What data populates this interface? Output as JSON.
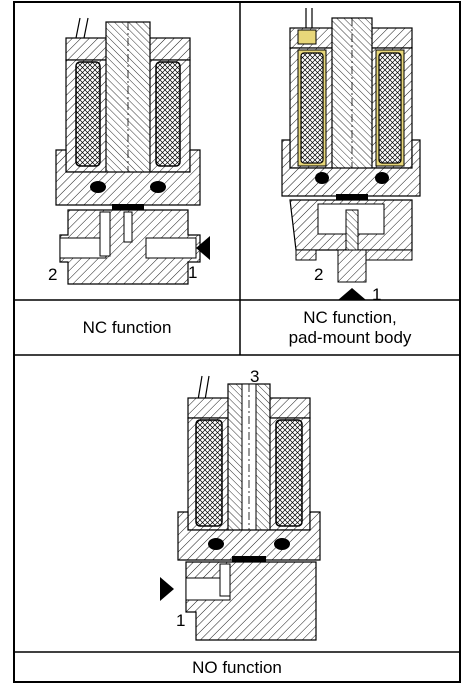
{
  "cells": [
    {
      "caption_lines": [
        "NC function"
      ],
      "labels": {
        "port_a": "2",
        "port_b": "1"
      }
    },
    {
      "caption_lines": [
        "NC function,",
        "pad-mount body"
      ],
      "labels": {
        "port_a": "2",
        "port_b": "1"
      }
    },
    {
      "caption_lines": [
        "NO function"
      ],
      "labels": {
        "port_a": "3",
        "port_b": "1"
      }
    }
  ],
  "colors": {
    "line": "#000000",
    "accent": "#e8d77a",
    "background": "#ffffff"
  }
}
